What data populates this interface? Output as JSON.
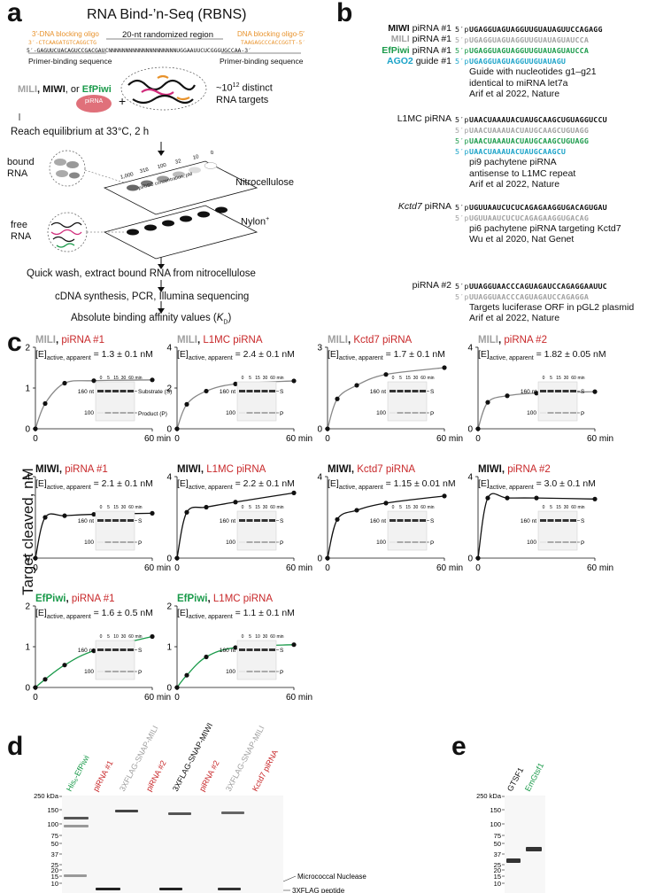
{
  "panel_a": {
    "letter": "a",
    "title": "RNA Bind-’n-Seq (RBNS)",
    "blocking_3_label": "3′-DNA blocking oligo",
    "blocking_3_seq": "3′-CTCAAGATGTCAGGCTG",
    "randomized_label": "20-nt randomized region",
    "blocking_5_label": "DNA blocking oligo-5′",
    "blocking_5_seq": "TAAGAGCCCACCGGTT-5′",
    "library_seq": "5′-GAGUUCUACAGUCCGACGAUCNNNNNNNNNNNNNNNNNNNNUGGAAUUCUCGGGUGCCAA-3′",
    "primer_left": "Primer-binding sequence",
    "primer_right": "Primer-binding sequence",
    "proteins_mili": "MILI",
    "proteins_sep1": ", ",
    "proteins_miwi": "MIWI",
    "proteins_sep2": ", or ",
    "proteins_efpiwi": "EfPiwi",
    "pirna_label": "piRNA",
    "plus": "+",
    "targets_line1": "~10",
    "targets_exp": "12",
    "targets_line1b": " distinct",
    "targets_line2": "RNA targets",
    "equilibrium": "Reach equilibrium at 33°C, 2 h",
    "bound_rna": "bound",
    "bound_rna2": "RNA",
    "free_rna": "free",
    "free_rna2": "RNA",
    "nitrocellulose": "Nitrocellulose",
    "nylon": "Nylon",
    "nylon_sup": "+",
    "conc_label": "piRISC concentration, pM",
    "conc_values": [
      "1,000",
      "316",
      "100",
      "32",
      "10",
      "0"
    ],
    "wash": "Quick wash, extract bound RNA from nitrocellulose",
    "cdna": "cDNA synthesis, PCR, Illumina sequencing",
    "affinity": "Absolute binding affinity values (",
    "affinity_k": "K",
    "affinity_sub": "D",
    "affinity_end": ")"
  },
  "panel_b": {
    "letter": "b",
    "groups": [
      {
        "rows": [
          {
            "label": "MIWI",
            "label_color": "#111111",
            "label_bold": true,
            "suffix": " piRNA #1",
            "prime": "5′p",
            "seq": "UGAGGUAGUAGGUUGUAUAGUUCCAGAGG",
            "seq_color": "#111111"
          },
          {
            "label": "MILI",
            "label_color": "#a0a0a0",
            "label_bold": true,
            "suffix": " piRNA #1",
            "prime": "5′p",
            "seq": "UGAGGUAGUAGGUUGUAUAGUAUCCA",
            "seq_color": "#a0a0a0"
          },
          {
            "label": "EfPiwi",
            "label_color": "#1a9a4a",
            "label_bold": true,
            "suffix": " piRNA #1",
            "prime": "5′p",
            "seq": "UGAGGUAGUAGGUUGUAUAGUAUCCA",
            "seq_color": "#1a9a4a"
          },
          {
            "label": "AGO2",
            "label_color": "#1ba3c8",
            "label_bold": true,
            "suffix": " guide #1",
            "prime": "5′p",
            "seq": "UGAGGUAGUAGGUUGUAUAGU",
            "seq_color": "#1ba3c8"
          }
        ],
        "notes": [
          "Guide with nucleotides g1–g21",
          "identical to miRNA let7a",
          "Arif et al 2022, Nature"
        ]
      },
      {
        "rows": [
          {
            "label": "L1MC piRNA",
            "label_color": "#111111",
            "label_bold": false,
            "suffix": "",
            "prime": "5′p",
            "seq": "UAACUAAAUACUAUGCAAGCUGUAGGUCCU",
            "seq_color": "#111111"
          },
          {
            "label": "",
            "label_color": "#111111",
            "label_bold": false,
            "suffix": "",
            "prime": "5′p",
            "seq": "UAACUAAAUACUAUGCAAGCUGUAGG",
            "seq_color": "#a0a0a0"
          },
          {
            "label": "",
            "label_color": "#111111",
            "label_bold": false,
            "suffix": "",
            "prime": "5′p",
            "seq": "UAACUAAAUACUAUGCAAGCUGUAGG",
            "seq_color": "#1a9a4a"
          },
          {
            "label": "",
            "label_color": "#111111",
            "label_bold": false,
            "suffix": "",
            "prime": "5′p",
            "seq": "UAACUAAAUACUAUGCAAGCU",
            "seq_color": "#1ba3c8"
          }
        ],
        "notes": [
          "pi9 pachytene piRNA",
          "antisense to L1MC repeat",
          "Arif et al 2022, Nature"
        ]
      },
      {
        "rows": [
          {
            "label": "Kctd7",
            "label_color": "#111111",
            "label_bold": false,
            "suffix": " piRNA",
            "prime": "5′p",
            "seq": "UGUUAAUCUCUCAGAGAAGGUGACAGUGAU",
            "seq_color": "#111111"
          },
          {
            "label": "",
            "label_color": "#111111",
            "label_bold": false,
            "suffix": "",
            "prime": "5′p",
            "seq": "UGUUAAUCUCUCAGAGAAGGUGACAG",
            "seq_color": "#a0a0a0"
          }
        ],
        "notes": [
          "pi6 pachytene piRNA targeting Kctd7",
          "Wu et al 2020, Nat Genet"
        ]
      },
      {
        "rows": [
          {
            "label": "piRNA #2",
            "label_color": "#111111",
            "label_bold": false,
            "suffix": "",
            "prime": "5′p",
            "seq": "UUAGGUAACCCAGUAGAUCCAGAGGAAUUC",
            "seq_color": "#111111"
          },
          {
            "label": "",
            "label_color": "#111111",
            "label_bold": false,
            "suffix": "",
            "prime": "5′p",
            "seq": "UUAGGUAACCCAGUAGAUCCAGAGGA",
            "seq_color": "#a0a0a0"
          }
        ],
        "notes": [
          "Targets luciferase ORF in pGL2 plasmid",
          "Arif et al 2022, Nature"
        ]
      }
    ]
  },
  "panel_c": {
    "letter": "c",
    "ylabel": "Target cleaved, nM",
    "xunit": "60 min",
    "x0": "0",
    "e_prefix": "[E]",
    "e_sub": "active, apparent",
    "gel_lanes": [
      "0",
      "5",
      "15",
      "30",
      "60",
      "min"
    ],
    "gel_lanes_alt": [
      "0",
      "5",
      "10",
      "30",
      "60",
      "min"
    ],
    "gel_160": "160 nt",
    "gel_100": "100",
    "gel_s_full": "Substrate (S)",
    "gel_p_full": "Product (P)",
    "gel_s": "S",
    "gel_p": "P"
  },
  "chart_data": [
    {
      "type": "line",
      "protein": "MILI",
      "protein_color": "#a0a0a0",
      "guide": "piRNA #1",
      "guide_color": "#c8282a",
      "e_value": "= 1.3 ± 0.1 nM",
      "ymax": 2,
      "ytick_labels": [
        "0",
        "1",
        "2"
      ],
      "yticks": [
        0,
        1,
        2
      ],
      "curve_color": "#888888",
      "x": [
        0,
        5,
        15,
        30,
        60
      ],
      "y": [
        0,
        0.62,
        1.12,
        1.18,
        1.2
      ],
      "gel": "full"
    },
    {
      "type": "line",
      "protein": "MILI",
      "protein_color": "#a0a0a0",
      "guide": "L1MC piRNA",
      "guide_color": "#c8282a",
      "e_value": "= 2.4 ± 0.1 nM",
      "ymax": 4,
      "ytick_labels": [
        "0",
        "2",
        "4"
      ],
      "yticks": [
        0,
        2,
        4
      ],
      "curve_color": "#888888",
      "x": [
        0,
        5,
        15,
        30,
        60
      ],
      "y": [
        0,
        1.2,
        1.85,
        2.2,
        2.35
      ],
      "gel": "short"
    },
    {
      "type": "line",
      "protein": "MILI",
      "protein_color": "#a0a0a0",
      "guide": "Kctd7 piRNA",
      "guide_color": "#c8282a",
      "e_value": "= 1.7 ± 0.1 nM",
      "ymax": 3,
      "ytick_labels": [
        "0",
        "3"
      ],
      "yticks": [
        0,
        3
      ],
      "curve_color": "#888888",
      "x": [
        0,
        5,
        15,
        30,
        60
      ],
      "y": [
        0,
        1.1,
        1.6,
        2.0,
        2.25
      ],
      "gel": "short"
    },
    {
      "type": "line",
      "protein": "MILI",
      "protein_color": "#a0a0a0",
      "guide": "piRNA #2",
      "guide_color": "#c8282a",
      "e_value": "= 1.82 ± 0.05 nM",
      "ymax": 4,
      "ytick_labels": [
        "0",
        "4"
      ],
      "yticks": [
        0,
        4
      ],
      "curve_color": "#888888",
      "x": [
        0,
        5,
        15,
        30,
        60
      ],
      "y": [
        0,
        1.3,
        1.62,
        1.75,
        1.82
      ],
      "gel": "short"
    },
    {
      "type": "line",
      "protein": "MIWI",
      "protein_color": "#111111",
      "guide": "piRNA #1",
      "guide_color": "#c8282a",
      "e_value": "= 2.1 ± 0.1 nM",
      "ymax": 4,
      "ytick_labels": [
        "0",
        "4"
      ],
      "yticks": [
        0,
        4
      ],
      "curve_color": "#111111",
      "x": [
        0,
        5,
        15,
        30,
        60
      ],
      "y": [
        0,
        2.0,
        2.08,
        2.15,
        2.2
      ],
      "gel": "short"
    },
    {
      "type": "line",
      "protein": "MIWI",
      "protein_color": "#111111",
      "guide": "L1MC piRNA",
      "guide_color": "#c8282a",
      "e_value": "= 2.2 ± 0.1 nM",
      "ymax": 4,
      "ytick_labels": [
        "0",
        "4"
      ],
      "yticks": [
        0,
        4
      ],
      "curve_color": "#111111",
      "x": [
        0,
        5,
        15,
        30,
        60
      ],
      "y": [
        0,
        2.25,
        2.5,
        2.75,
        3.2
      ],
      "gel": "short"
    },
    {
      "type": "line",
      "protein": "MIWI",
      "protein_color": "#111111",
      "guide": "Kctd7 piRNA",
      "guide_color": "#c8282a",
      "e_value": "= 1.15 ± 0.01 nM",
      "ymax": 4,
      "ytick_labels": [
        "0",
        "4"
      ],
      "yticks": [
        0,
        4
      ],
      "curve_color": "#111111",
      "x": [
        0,
        5,
        15,
        30,
        60
      ],
      "y": [
        0,
        1.9,
        2.35,
        2.7,
        3.05
      ],
      "gel": "short"
    },
    {
      "type": "line",
      "protein": "MIWI",
      "protein_color": "#111111",
      "guide": "piRNA #2",
      "guide_color": "#c8282a",
      "e_value": "= 3.0 ± 0.1 nM",
      "ymax": 4,
      "ytick_labels": [
        "0",
        "4"
      ],
      "yticks": [
        0,
        4
      ],
      "curve_color": "#111111",
      "x": [
        0,
        5,
        15,
        30,
        60
      ],
      "y": [
        0,
        2.95,
        2.95,
        2.95,
        2.9
      ],
      "gel": "short"
    },
    {
      "type": "line",
      "protein": "EfPiwi",
      "protein_color": "#1a9a4a",
      "guide": "piRNA #1",
      "guide_color": "#c8282a",
      "e_value": "= 1.6 ± 0.5 nM",
      "ymax": 2,
      "ytick_labels": [
        "0",
        "1",
        "2"
      ],
      "yticks": [
        0,
        1,
        2
      ],
      "curve_color": "#1a9a4a",
      "x": [
        0,
        5,
        15,
        30,
        60
      ],
      "y": [
        0,
        0.2,
        0.55,
        0.9,
        1.25
      ],
      "gel": "short_alt"
    },
    {
      "type": "line",
      "protein": "EfPiwi",
      "protein_color": "#1a9a4a",
      "guide": "L1MC piRNA",
      "guide_color": "#c8282a",
      "e_value": "= 1.1 ± 0.1 nM",
      "ymax": 2,
      "ytick_labels": [
        "0",
        "1",
        "2"
      ],
      "yticks": [
        0,
        1,
        2
      ],
      "curve_color": "#1a9a4a",
      "x": [
        0,
        5,
        15,
        30,
        60
      ],
      "y": [
        0,
        0.3,
        0.75,
        0.98,
        1.05
      ],
      "gel": "short_alt"
    }
  ],
  "panel_d": {
    "letter": "d",
    "lanes": [
      {
        "text": "His₆-EfPiwi",
        "color": "#1a9a4a"
      },
      {
        "text": "piRNA #1",
        "color": "#c8282a"
      },
      {
        "text": "3XFLAG-SNAP-MILI",
        "color": "#a0a0a0"
      },
      {
        "text": "piRNA #2",
        "color": "#c8282a"
      },
      {
        "text": "3XFLAG-SNAP-MIWI",
        "color": "#111111"
      },
      {
        "text": "piRNA #2",
        "color": "#c8282a"
      },
      {
        "text": "3XFLAG-SNAP-MILI",
        "color": "#a0a0a0"
      },
      {
        "text": "Kctd7 piRNA",
        "color": "#c8282a"
      }
    ],
    "kda": "250 kDa",
    "markers": [
      "150",
      "100",
      "75",
      "50",
      "37",
      "25",
      "20",
      "15",
      "10"
    ],
    "micrococcal": "Micrococcal Nuclease",
    "flag_peptide": "3XFLAG peptide"
  },
  "panel_e": {
    "letter": "e",
    "lanes": [
      {
        "text": "GTSF1",
        "color": "#111111"
      },
      {
        "text": "EmGtsf1",
        "color": "#1a9a4a"
      }
    ],
    "kda": "250 kDa",
    "markers": [
      "150",
      "100",
      "75",
      "50",
      "37",
      "25",
      "20",
      "15",
      "10"
    ]
  }
}
